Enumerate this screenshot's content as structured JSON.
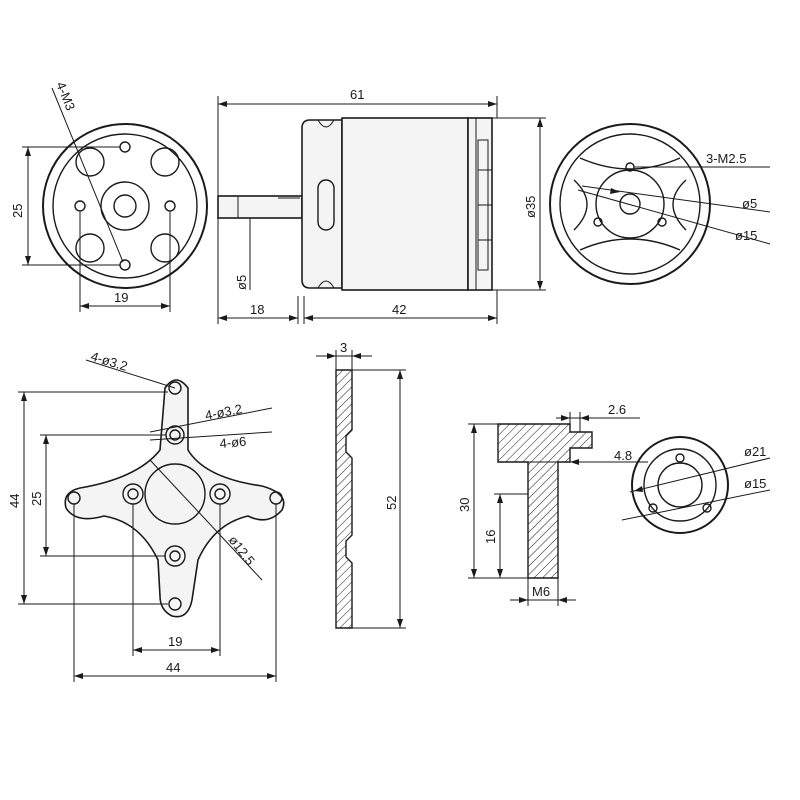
{
  "views": {
    "front": {
      "holes_label": "4-M3",
      "height_label": "25",
      "width_label": "19"
    },
    "side": {
      "total_length_label": "61",
      "diameter_label": "ø35",
      "shaft_label": "ø5",
      "shaft_length_label": "18",
      "body_length_label": "42"
    },
    "rear": {
      "holes_label": "3-M2.5",
      "inner_label": "ø5",
      "outer_label": "ø15"
    },
    "mount": {
      "outer_holes_label": "4-ø3.2",
      "inner_holes_label": "4-ø3.2",
      "counterbore_label": "4-ø6",
      "height_label": "44",
      "inner_height_label": "25",
      "center_label": "ø12.5",
      "inner_width_label": "19",
      "width_label": "44"
    },
    "mount_section": {
      "thickness_label": "3",
      "height_label": "52"
    },
    "adapter": {
      "step_label": "2.6",
      "flange_label": "4.8",
      "height_label": "30",
      "shank_label": "16",
      "thread_label": "M6",
      "outer_label": "ø21",
      "inner_label": "ø15"
    }
  }
}
